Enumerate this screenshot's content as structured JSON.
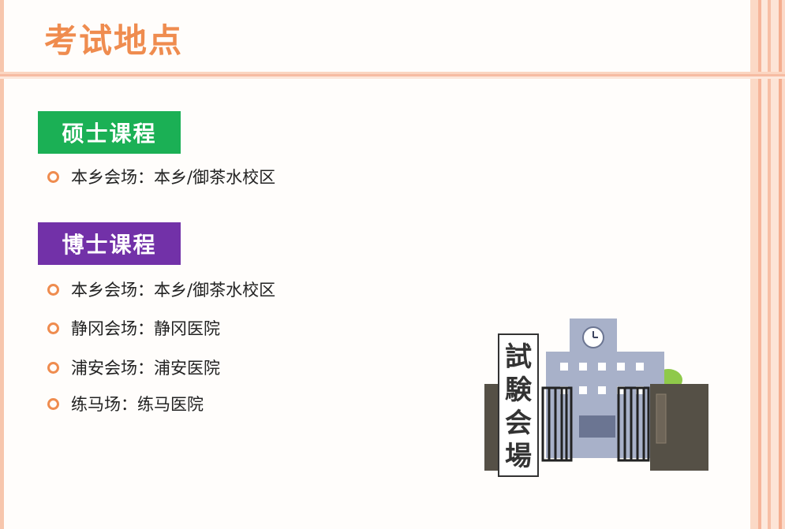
{
  "title": "考试地点",
  "master": {
    "badge": "硕士课程",
    "items": [
      "本乡会场：本乡/御茶水校区"
    ]
  },
  "doctor": {
    "badge": "博士课程",
    "items": [
      "本乡会场：本乡/御茶水校区",
      "静冈会场：静冈医院",
      "浦安会场：浦安医院",
      "练马场：练马医院"
    ]
  },
  "illustration": {
    "sign_chars": [
      "試",
      "験",
      "会",
      "場"
    ]
  },
  "colors": {
    "title": "#ef8c4f",
    "master_badge": "#1bb055",
    "doctor_badge": "#7231a8",
    "bullet": "#ef8c4f"
  }
}
